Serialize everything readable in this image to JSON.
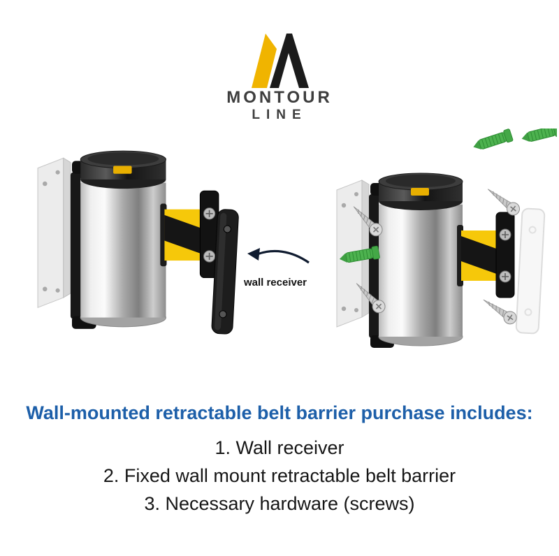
{
  "logo": {
    "brand": "MONTOUR",
    "brand_sub": "LINE"
  },
  "annotation": {
    "wall_receiver_label": "wall receiver"
  },
  "info": {
    "heading": "Wall-mounted retractable belt barrier purchase includes:",
    "items": [
      "1. Wall receiver",
      "2. Fixed wall mount retractable belt barrier",
      "3. Necessary hardware (screws)"
    ]
  },
  "colors": {
    "heading_blue": "#1d5fa9",
    "logo_yellow": "#f0b400",
    "belt_yellow": "#f6c80a",
    "anchor_green": "#4db24f",
    "receiver_black": "#1d1d1d"
  }
}
